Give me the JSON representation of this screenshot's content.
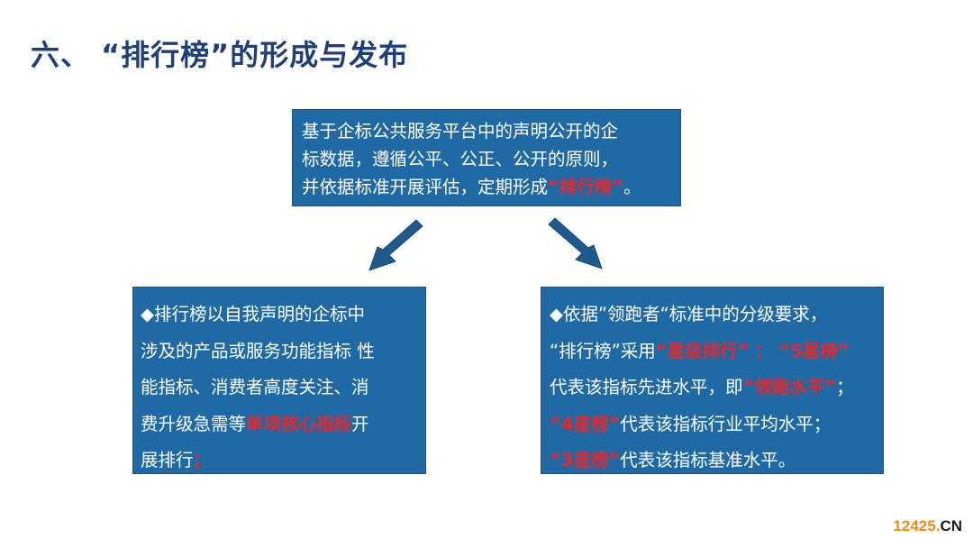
{
  "slide": {
    "title": "六、 “排行榜”的形成与发布"
  },
  "top_box": {
    "line1": "基于企标公共服务平台中的声明公开的企",
    "line2": "标数据，遵循公平、公正、公开的原则，",
    "line3_text": "并依据标准开展评估，定期形成",
    "line3_highlight": "“排行榜”",
    "line3_end": "。"
  },
  "left_box": {
    "line1": "◆排行榜以自我声明的企标中",
    "line2": "涉及的产品或服务功能指标  性",
    "line3": "能指标、消费者高度关注、消",
    "line4_text": "费升级急需等",
    "line4_highlight": "单项核心指标",
    "line4_end": "开",
    "line5_text": "展排行",
    "line5_highlight": "；"
  },
  "right_box": {
    "line1": "◆依据”领跑者“标准中的分级要求，",
    "line2_text": "“排行榜”采用",
    "line2_highlight": "“星级排行” ： “5星榜”",
    "line3_text": "代表该指标先进水平，即",
    "line3_highlight": "“领跑水平”",
    "line3_end": "；",
    "line4_highlight": "“4星榜”",
    "line4_text": "代表该指标行业平均水平；",
    "line5_highlight": "“3星榜”",
    "line5_text": "代表该指标基准水平。"
  },
  "watermark": {
    "number": "12425",
    "dot": ".",
    "suffix": "CN"
  },
  "colors": {
    "title": "#1f3f7a",
    "box_fill": "#1f6aa5",
    "highlight": "#e8262c",
    "arrow": "#1f5a8c",
    "watermark_orange": "#f08a16"
  },
  "icons": {
    "left_arrow": "arrow-down-left-icon",
    "right_arrow": "arrow-down-right-icon"
  }
}
